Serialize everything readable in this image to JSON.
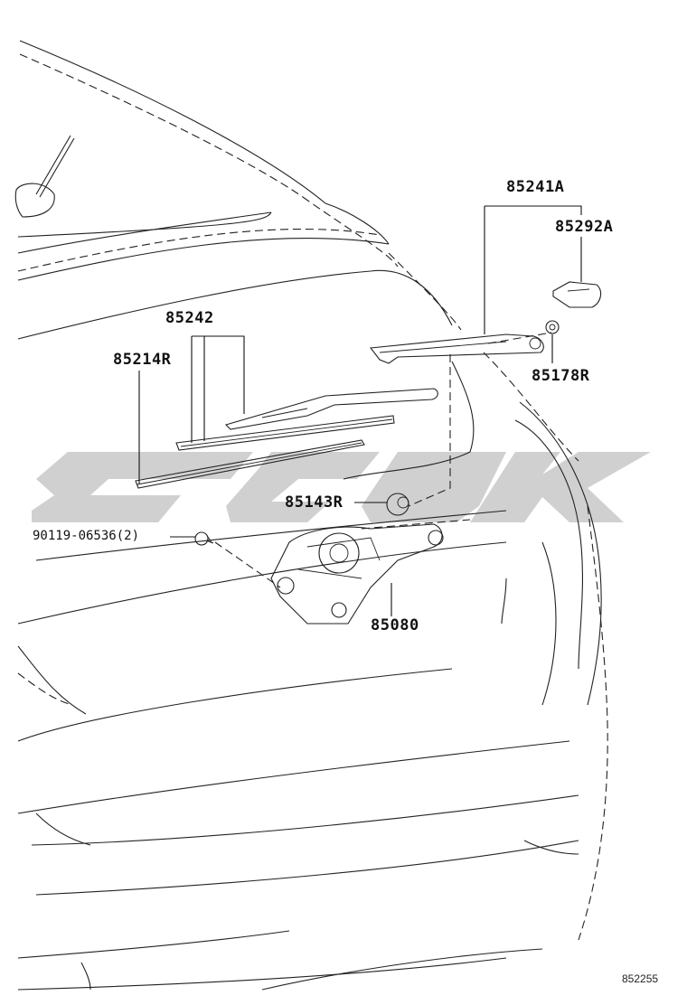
{
  "parts": {
    "arm": "85241A",
    "arm_cap": "85292A",
    "nut": "85178R",
    "blade": "85242",
    "blade_rubber": "85214R",
    "grommet": "85143R",
    "bolt": "90119-06536(2)",
    "motor": "85080"
  },
  "diagram_ref": "852255",
  "watermark": "SCDK",
  "colors": {
    "line": "#222222",
    "watermark": "#c8c8c8"
  }
}
